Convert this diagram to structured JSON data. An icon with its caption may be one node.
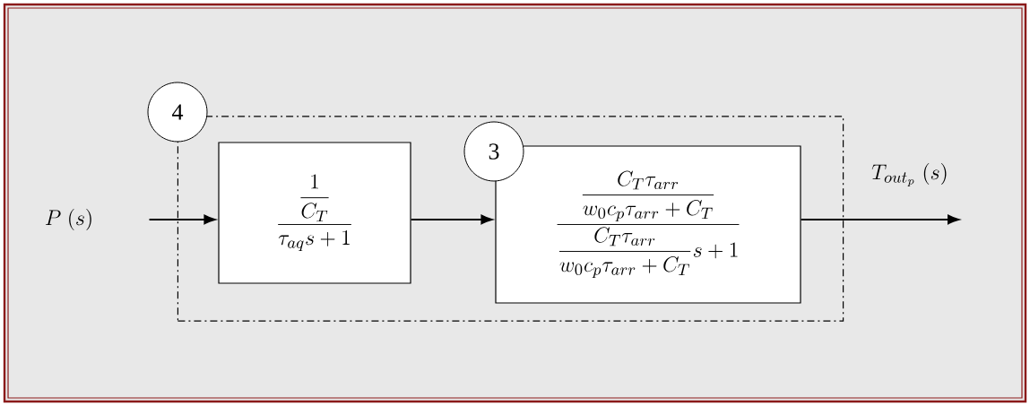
{
  "diagram": {
    "nodes": [
      {
        "text": [],
        "shape": "box"
      },
      {
        "text": [
          "4"
        ]
      },
      {
        "text": [
          "P\\ (s)"
        ]
      },
      {
        "text": [
          "\\dfrac{\\dfrac{1}{C_T}}{\\tau_{aq}s+1}"
        ],
        "in": 0
      },
      {
        "text": [
          "\\dfrac{\\dfrac{C_T\\tau_{arr}}{w_0c_p\\tau_{arr}+C_T}}{\\dfrac{C_T\\tau_{arr}}{w_0c_p\\tau_{arr}+C_T}s+1}"
        ],
        "in": 0
      },
      {
        "text": [
          "3"
        ],
        "in": 0
      }
    ],
    "edges": [
      {
        "from": 2,
        "to": 3,
        "arrow": "to"
      },
      {
        "from": 3,
        "to": 4,
        "arrow": "to"
      },
      {
        "from": 4,
        "to": null,
        "arrow": "to",
        "label": "T_{out_p}\\ (s)"
      }
    ]
  }
}
